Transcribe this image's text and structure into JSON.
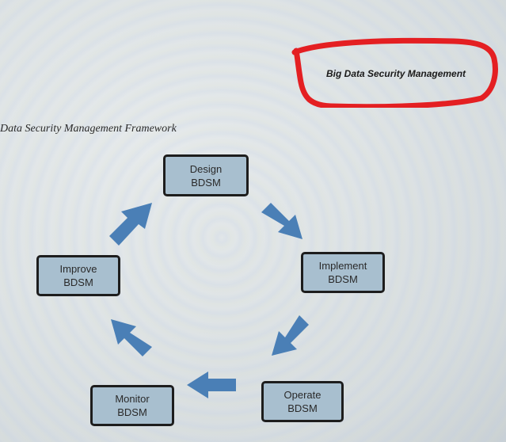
{
  "header": {
    "label": "Big Data Security Management"
  },
  "diagram": {
    "title": "Data Security Management Framework",
    "nodes": [
      {
        "line1": "Design",
        "line2": "BDSM"
      },
      {
        "line1": "Implement",
        "line2": "BDSM"
      },
      {
        "line1": "Operate",
        "line2": "BDSM"
      },
      {
        "line1": "Monitor",
        "line2": "BDSM"
      },
      {
        "line1": "Improve",
        "line2": "BDSM"
      }
    ]
  },
  "colors": {
    "node_fill": "#a8bfcf",
    "node_border": "#1d1d1d",
    "arrow_fill": "#4a7fb6",
    "highlight_marker": "#e41f22"
  }
}
